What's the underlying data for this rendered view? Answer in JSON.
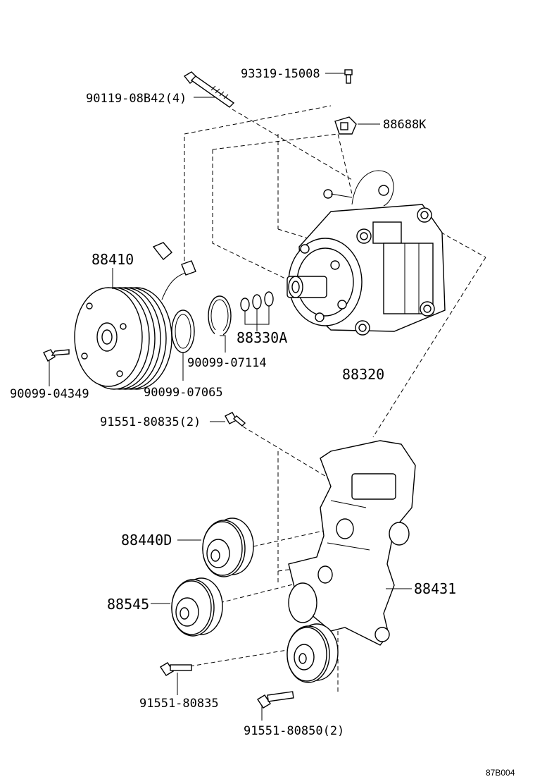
{
  "labels": {
    "p93319": "93319-15008",
    "p90119": "90119-08B42(4)",
    "p88688K": "88688K",
    "p88410": "88410",
    "p88330A": "88330A",
    "p90099_07114": "90099-07114",
    "p88320": "88320",
    "p90099_04349": "90099-04349",
    "p90099_07065": "90099-07065",
    "p91551_80835_2": "91551-80835(2)",
    "p88440D": "88440D",
    "p88545": "88545",
    "p88431": "88431",
    "p91551_80835": "91551-80835",
    "p91551_80850_2": "91551-80850(2)"
  },
  "figure_code": "87B004"
}
